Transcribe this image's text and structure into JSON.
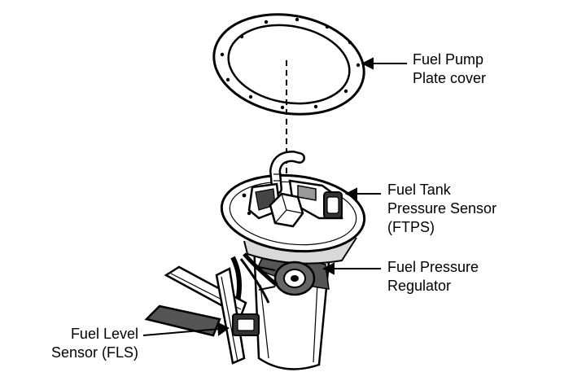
{
  "labels": {
    "plate_cover": [
      "Fuel Pump",
      "Plate cover"
    ],
    "ftps": [
      "Fuel Tank",
      "Pressure Sensor",
      "(FTPS)"
    ],
    "regulator": [
      "Fuel Pressure",
      "Regulator"
    ],
    "fls": [
      "Fuel Level",
      "Sensor (FLS)"
    ]
  },
  "colors": {
    "ink": "#000000",
    "paper": "#ffffff",
    "shade": "#6a6a6a"
  }
}
